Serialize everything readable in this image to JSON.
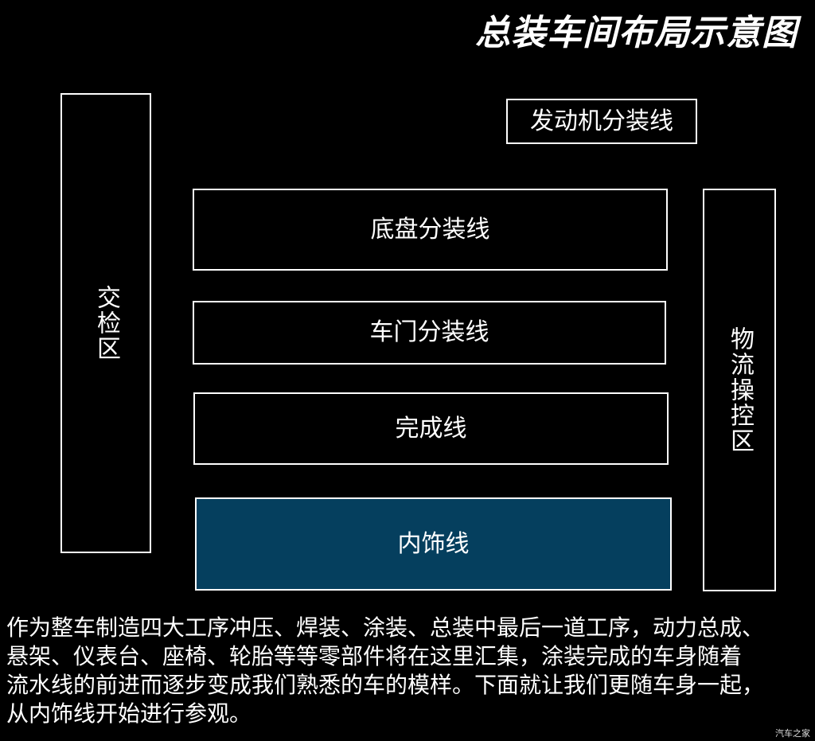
{
  "title": "总装车间布局示意图",
  "zones": {
    "inspection": "交检区",
    "engine_subassembly": "发动机分装线",
    "chassis_subassembly": "底盘分装线",
    "door_subassembly": "车门分装线",
    "completion_line": "完成线",
    "interior_trim_line": "内饰线",
    "logistics_control": "物流操控区"
  },
  "highlight_color": "#053f5e",
  "caption_lines": [
    "作为整车制造四大工序冲压、焊装、涂装、总装中最后一道工序，动力总成、",
    "悬架、仪表台、座椅、轮胎等等零部件将在这里汇集，涂装完成的车身随着",
    "流水线的前进而逐步变成我们熟悉的车的模样。下面就让我们更随车身一起，",
    "从内饰线开始进行参观。"
  ],
  "watermark": "汽车之家"
}
